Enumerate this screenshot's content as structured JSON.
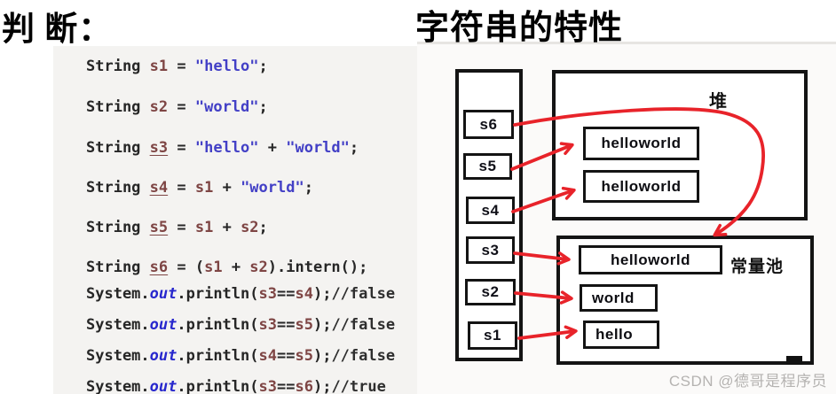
{
  "left": {
    "title": "判 断：",
    "code_lines": [
      [
        [
          "plain",
          "String "
        ],
        [
          "var",
          "s1"
        ],
        [
          "plain",
          " = "
        ],
        [
          "str",
          "\"hello\""
        ],
        [
          "plain",
          ";"
        ]
      ],
      [
        [
          "plain",
          "String "
        ],
        [
          "var",
          "s2"
        ],
        [
          "plain",
          " = "
        ],
        [
          "str",
          "\"world\""
        ],
        [
          "plain",
          ";"
        ]
      ],
      [
        [
          "plain",
          "String "
        ],
        [
          "varu",
          "s3"
        ],
        [
          "plain",
          " = "
        ],
        [
          "str",
          "\"hello\""
        ],
        [
          "plain",
          " + "
        ],
        [
          "str",
          "\"world\""
        ],
        [
          "plain",
          ";"
        ]
      ],
      [
        [
          "plain",
          "String "
        ],
        [
          "varu",
          "s4"
        ],
        [
          "plain",
          " = "
        ],
        [
          "var",
          "s1"
        ],
        [
          "plain",
          " + "
        ],
        [
          "str",
          "\"world\""
        ],
        [
          "plain",
          ";"
        ]
      ],
      [
        [
          "plain",
          "String "
        ],
        [
          "varu",
          "s5"
        ],
        [
          "plain",
          " = "
        ],
        [
          "var",
          "s1"
        ],
        [
          "plain",
          " + "
        ],
        [
          "var",
          "s2"
        ],
        [
          "plain",
          ";"
        ]
      ],
      [
        [
          "plain",
          "String "
        ],
        [
          "varu",
          "s6"
        ],
        [
          "plain",
          " = ("
        ],
        [
          "var",
          "s1"
        ],
        [
          "plain",
          " + "
        ],
        [
          "var",
          "s2"
        ],
        [
          "plain",
          ").intern();"
        ]
      ],
      [
        [
          "plain",
          "System."
        ],
        [
          "out",
          "out"
        ],
        [
          "plain",
          ".println("
        ],
        [
          "var",
          "s3"
        ],
        [
          "plain",
          "=="
        ],
        [
          "var",
          "s4"
        ],
        [
          "plain",
          ");"
        ],
        [
          "comment",
          "//false"
        ]
      ],
      [
        [
          "plain",
          "System."
        ],
        [
          "out",
          "out"
        ],
        [
          "plain",
          ".println("
        ],
        [
          "var",
          "s3"
        ],
        [
          "plain",
          "=="
        ],
        [
          "var",
          "s5"
        ],
        [
          "plain",
          ");"
        ],
        [
          "comment",
          "//false"
        ]
      ],
      [
        [
          "plain",
          "System."
        ],
        [
          "out",
          "out"
        ],
        [
          "plain",
          ".println("
        ],
        [
          "var",
          "s4"
        ],
        [
          "plain",
          "=="
        ],
        [
          "var",
          "s5"
        ],
        [
          "plain",
          ");"
        ],
        [
          "comment",
          "//false"
        ]
      ],
      [
        [
          "plain",
          "System."
        ],
        [
          "out",
          "out"
        ],
        [
          "plain",
          ".println("
        ],
        [
          "var",
          "s3"
        ],
        [
          "plain",
          "=="
        ],
        [
          "var",
          "s6"
        ],
        [
          "plain",
          ");"
        ],
        [
          "comment",
          "//true"
        ]
      ]
    ]
  },
  "right": {
    "title": "字符串的特性",
    "stack": {
      "items": [
        "s6",
        "s5",
        "s4",
        "s3",
        "s2",
        "s1"
      ]
    },
    "heap": {
      "label": "堆",
      "objects": [
        "helloworld",
        "helloworld"
      ]
    },
    "pool": {
      "label": "常量池",
      "objects": [
        "helloworld",
        "world",
        "hello"
      ]
    },
    "references": {
      "s1": "pool:hello",
      "s2": "pool:world",
      "s3": "pool:helloworld",
      "s4": "heap:helloworld-2",
      "s5": "heap:helloworld-1",
      "s6": "pool:helloworld"
    },
    "arrow_color": "#e8232a"
  },
  "watermark": "CSDN @德哥是程序员"
}
